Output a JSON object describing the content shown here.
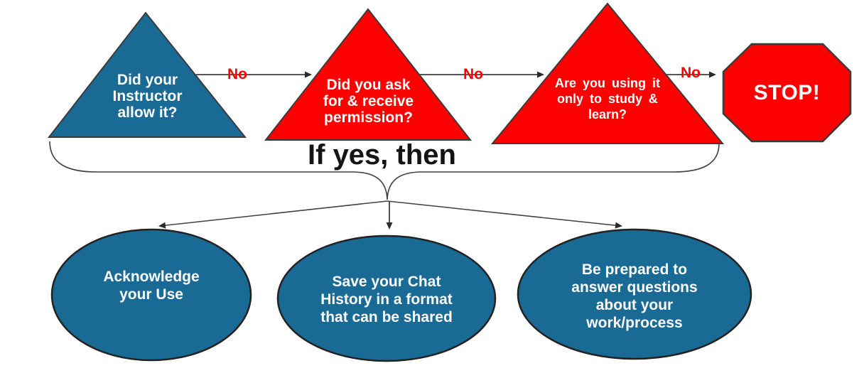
{
  "diagram": {
    "colors": {
      "triangle_blue": "#1A6A96",
      "triangle_red": "#FB0200",
      "stop_red": "#FB0200",
      "ellipse_blue": "#1A6A96",
      "shape_outline": "#3A3A3A",
      "arrow_line": "#3F3F3F",
      "no_label": "#FF0000",
      "shape_text": "#FFFFFF",
      "branch_text": "#141414"
    },
    "decisions": [
      {
        "label": "Did your\nInstructor\nallow it?"
      },
      {
        "label": "Did you ask\nfor & receive\npermission?"
      },
      {
        "label": "Are you using it\nonly to study &\nlearn?"
      }
    ],
    "no_labels": [
      {
        "label": "No"
      },
      {
        "label": "No"
      },
      {
        "label": "No"
      }
    ],
    "stop": {
      "label": "STOP!"
    },
    "branch": {
      "label": "If yes, then"
    },
    "outcomes": [
      {
        "label": "Acknowledge\nyour Use"
      },
      {
        "label": "Save your Chat\nHistory in a format\nthat can be shared"
      },
      {
        "label": "Be prepared to\nanswer questions\nabout your\nwork/process"
      }
    ]
  }
}
